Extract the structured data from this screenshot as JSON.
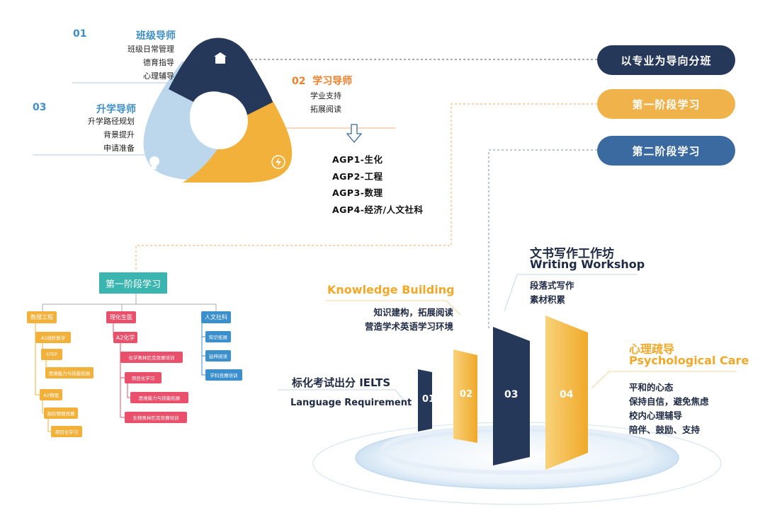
{
  "colors": {
    "navy": "#263859",
    "orange": "#f2b13b",
    "light_blue": "#bcd6ec",
    "blue_pill": "#3b6aa0",
    "orange_pill": "#f0b24a",
    "text_blue": "#3f8fc4"
  },
  "triangle": {
    "role1": {
      "num": "01",
      "title": "班级导师",
      "items": [
        "班级日常管理",
        "德育指导",
        "心理辅导"
      ]
    },
    "role2": {
      "num": "02",
      "title": "学习导师",
      "items": [
        "学业支持",
        "拓展阅读"
      ]
    },
    "role3": {
      "num": "03",
      "title": "升学导师",
      "items": [
        "升学路径规划",
        "背景提升",
        "申请准备"
      ]
    },
    "icons": {
      "top": "box-icon",
      "left": "head-icon",
      "right": "bolt-icon"
    }
  },
  "agp": [
    "AGP1-生化",
    "AGP2-工程",
    "AGP3-数理",
    "AGP4-经济/人文社科"
  ],
  "pills": {
    "p1": "以专业为导向分班",
    "p2": "第一阶段学习",
    "p3": "第二阶段学习"
  },
  "tree": {
    "root": "第一阶段学习",
    "col1": {
      "title": "数理工程",
      "items": [
        "A2进阶数学",
        "STEP",
        "思维能力与技能拓展",
        "A2物理",
        "高阶物理竞赛",
        "项目化学习"
      ]
    },
    "col2": {
      "title": "理化生医",
      "items": [
        "A2化学",
        "化学奥林匹克竞赛培训",
        "项目化学习",
        "思维能力与技能拓展",
        "生物奥林匹克竞赛培训"
      ]
    },
    "col3": {
      "title": "人文社科",
      "items": [
        "知识拓展",
        "延伸阅读",
        "学科竞赛培训"
      ]
    }
  },
  "stages": {
    "s1": {
      "num": "01",
      "cn": "标化考试出分 IELTS",
      "en": "Language Requirement"
    },
    "s2": {
      "num": "02",
      "en": "Knowledge Building",
      "desc": [
        "知识建构，拓展阅读",
        "营造学术英语学习环境"
      ]
    },
    "s3": {
      "num": "03",
      "cn": "文书写作工作坊",
      "en": "Writing Workshop",
      "desc": [
        "段落式写作",
        "素材积累"
      ]
    },
    "s4": {
      "num": "04",
      "cn": "心理疏导",
      "en": "Psychological Care",
      "desc": [
        "平和的心态",
        "保持自信，避免焦虑",
        "校内心理辅导",
        "陪伴、鼓励、支持"
      ]
    }
  }
}
